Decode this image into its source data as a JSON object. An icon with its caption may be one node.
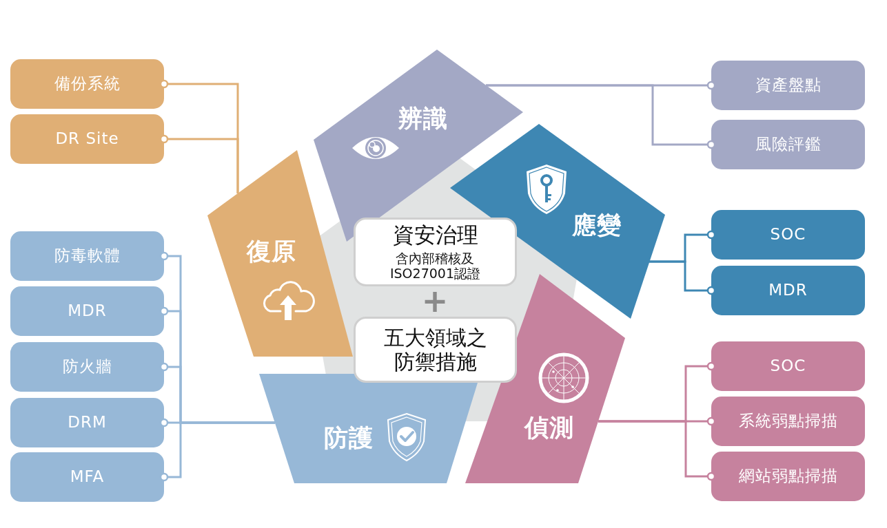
{
  "diagram": {
    "nodes": [
      {
        "text": [
          "辨識"
        ]
      },
      {
        "text": [
          "復原"
        ]
      },
      {
        "text": [
          "應變"
        ]
      },
      {
        "text": [
          "防護"
        ]
      },
      {
        "text": [
          "偵測"
        ]
      },
      {
        "text": [
          "資安治理",
          "含內部稽核及ISO27001認證"
        ]
      },
      {
        "text": [
          "五大領域之防禦措施"
        ]
      },
      {
        "text": [
          "備份系統"
        ]
      },
      {
        "text": [
          "DR Site"
        ]
      },
      {
        "text": [
          "防毒軟體"
        ]
      },
      {
        "text": [
          "MDR"
        ]
      },
      {
        "text": [
          "防火牆"
        ]
      },
      {
        "text": [
          "DRM"
        ]
      },
      {
        "text": [
          "MFA"
        ]
      },
      {
        "text": [
          "資產盤點"
        ]
      },
      {
        "text": [
          "風險評鑑"
        ]
      },
      {
        "text": [
          "SOC"
        ]
      },
      {
        "text": [
          "MDR"
        ]
      },
      {
        "text": [
          "SOC"
        ]
      },
      {
        "text": [
          "系統弱點掃描"
        ]
      },
      {
        "text": [
          "網站弱點掃描"
        ]
      }
    ],
    "edges": [
      {
        "from": 1,
        "to": 7,
        "arrow": "other",
        "color": "#e0af75"
      },
      {
        "from": 1,
        "to": 8,
        "arrow": "other",
        "color": "#e0af75"
      },
      {
        "from": 3,
        "to": 9,
        "arrow": "other",
        "color": "#97b8d7"
      },
      {
        "from": 3,
        "to": 10,
        "arrow": "other",
        "color": "#97b8d7"
      },
      {
        "from": 3,
        "to": 11,
        "arrow": "other",
        "color": "#97b8d7"
      },
      {
        "from": 3,
        "to": 12,
        "arrow": "other",
        "color": "#97b8d7"
      },
      {
        "from": 3,
        "to": 13,
        "arrow": "other",
        "color": "#97b8d7"
      },
      {
        "from": 0,
        "to": 14,
        "arrow": "other",
        "color": "#a3a8c5"
      },
      {
        "from": 0,
        "to": 15,
        "arrow": "other",
        "color": "#a3a8c5"
      },
      {
        "from": 2,
        "to": 16,
        "arrow": "other",
        "color": "#3e87b3"
      },
      {
        "from": 2,
        "to": 17,
        "arrow": "other",
        "color": "#3e87b3"
      },
      {
        "from": 4,
        "to": 18,
        "arrow": "other",
        "color": "#c6829e"
      },
      {
        "from": 4,
        "to": 19,
        "arrow": "other",
        "color": "#c6829e"
      },
      {
        "from": 4,
        "to": 20,
        "arrow": "other",
        "color": "#c6829e"
      }
    ],
    "labels": [
      "+"
    ]
  }
}
